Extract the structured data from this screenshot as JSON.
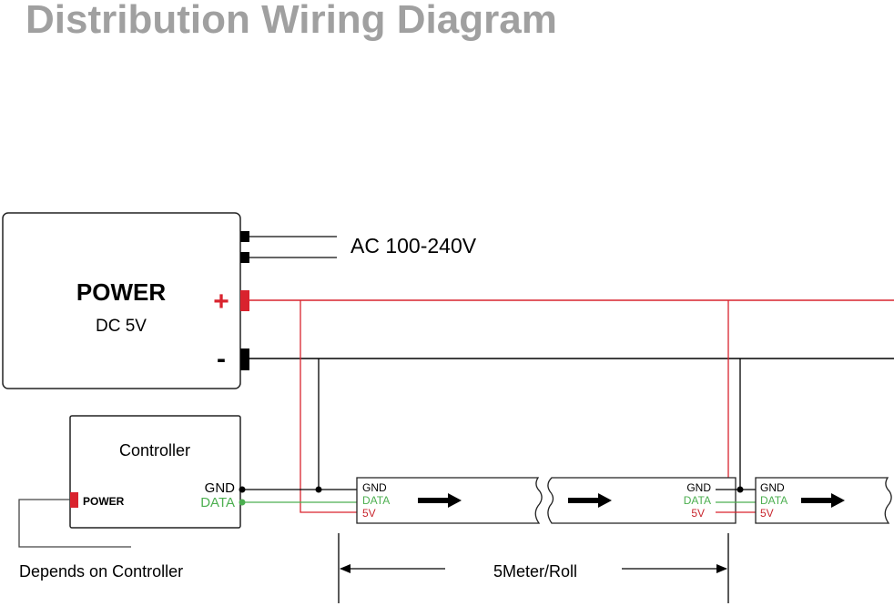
{
  "title": "Distribution Wiring Diagram",
  "power_supply": {
    "name": "POWER",
    "spec": "DC 5V",
    "positive_label": "+",
    "negative_label": "-",
    "ac_input_label": "AC 100-240V"
  },
  "controller": {
    "name": "Controller",
    "power_port_label": "POWER",
    "gnd_label": "GND",
    "data_label": "DATA",
    "power_note": "Depends on Controller"
  },
  "strips": [
    {
      "gnd_label": "GND",
      "data_label": "DATA",
      "v_label": "5V"
    },
    {
      "gnd_label": "GND",
      "data_label": "DATA",
      "v_label": "5V"
    },
    {
      "gnd_label": "GND",
      "data_label": "DATA",
      "v_label": "5V"
    }
  ],
  "dimension_label": "5Meter/Roll",
  "colors": {
    "title": "#a0a0a0",
    "wire_positive": "#d9232e",
    "wire_gnd": "#000000",
    "wire_data": "#4caf50",
    "label_data": "#4caf50",
    "label_5v": "#c8262e"
  }
}
